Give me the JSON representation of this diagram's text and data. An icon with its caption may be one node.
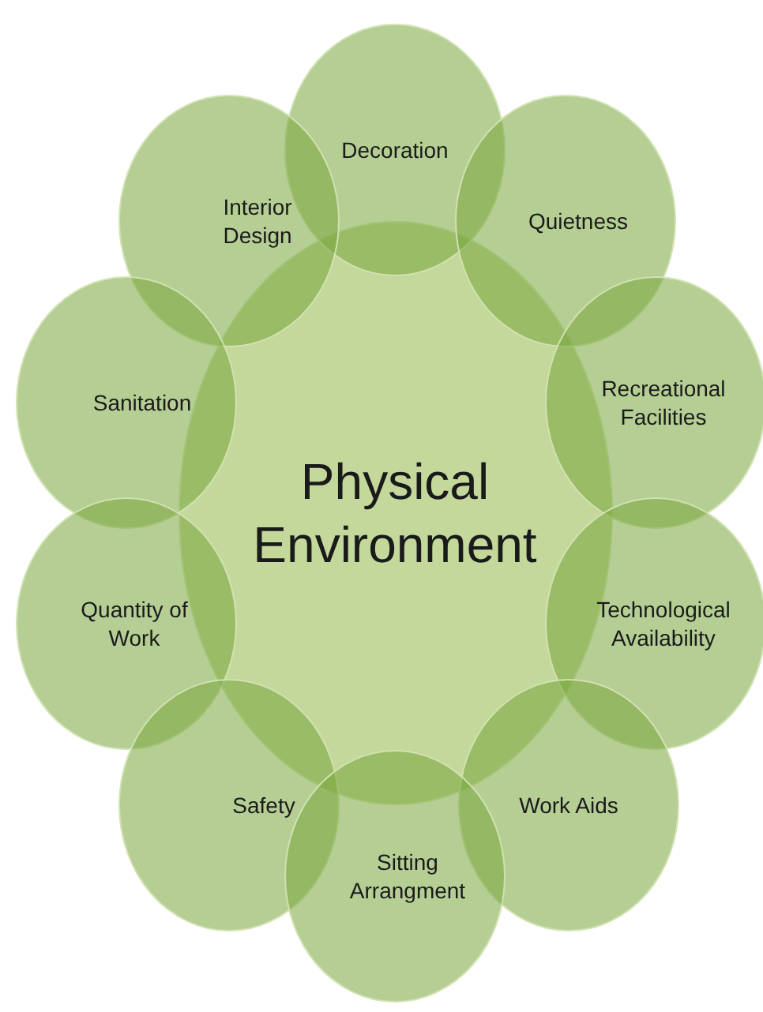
{
  "diagram": {
    "nodes": [
      {
        "text": [
          "Physical Environment"
        ]
      },
      {
        "text": [
          "Decoration"
        ]
      },
      {
        "text": [
          "Interior Design"
        ]
      },
      {
        "text": [
          "Quietness"
        ]
      },
      {
        "text": [
          "Sanitation"
        ]
      },
      {
        "text": [
          "Recreational Facilities"
        ]
      },
      {
        "text": [
          "Quantity of Work"
        ]
      },
      {
        "text": [
          "Technological Availability"
        ]
      },
      {
        "text": [
          "Safety"
        ]
      },
      {
        "text": [
          "Work Aids"
        ]
      },
      {
        "text": [
          "Sitting Arrangment"
        ]
      }
    ]
  }
}
